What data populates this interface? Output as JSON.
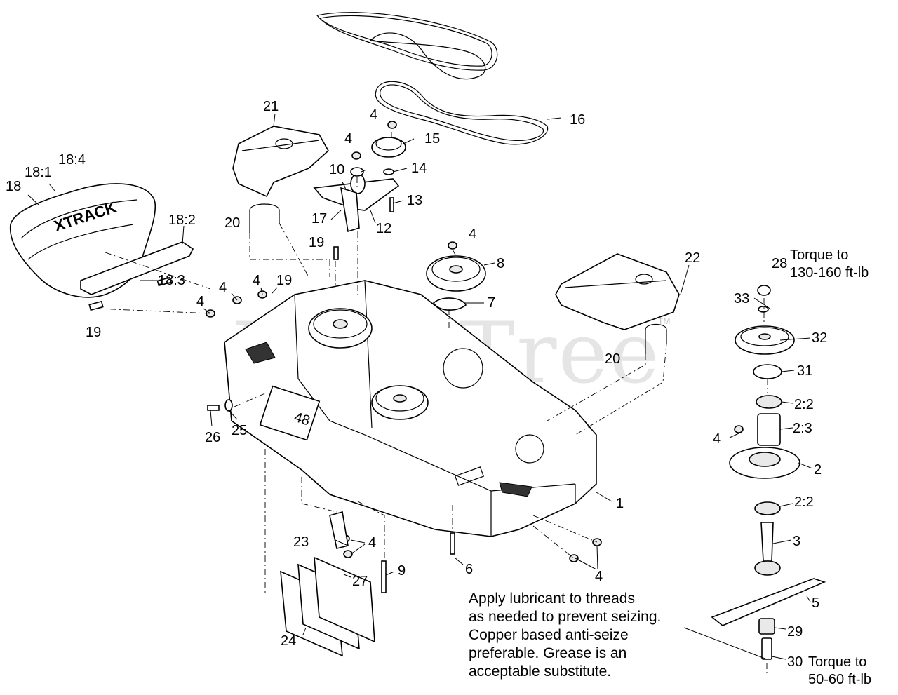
{
  "watermark": "PartsTree",
  "watermark_tm": "TM",
  "callouts": {
    "c1": "1",
    "c2": "2",
    "c2_2a": "2:2",
    "c2_3": "2:3",
    "c2_2b": "2:2",
    "c3": "3",
    "c4_a": "4",
    "c4_b": "4",
    "c4_c": "4",
    "c4_d": "4",
    "c4_e": "4",
    "c4_f": "4",
    "c4_g": "4",
    "c4_h": "4",
    "c4_i": "4",
    "c5": "5",
    "c6": "6",
    "c7": "7",
    "c8": "8",
    "c9": "9",
    "c10": "10",
    "c12": "12",
    "c13": "13",
    "c14": "14",
    "c15": "15",
    "c16": "16",
    "c17": "17",
    "c18": "18",
    "c18_1": "18:1",
    "c18_2": "18:2",
    "c18_3": "18:3",
    "c18_4": "18:4",
    "c19_a": "19",
    "c19_b": "19",
    "c19_c": "19",
    "c20_a": "20",
    "c20_b": "20",
    "c21": "21",
    "c22": "22",
    "c23": "23",
    "c24": "24",
    "c25": "25",
    "c26": "26",
    "c27": "27",
    "c28": "28",
    "c29": "29",
    "c30": "30",
    "c31": "31",
    "c32": "32",
    "c33": "33"
  },
  "torque_top": [
    "Torque to",
    "130-160 ft-lb"
  ],
  "torque_bottom": [
    "Torque to",
    "50-60 ft-lb"
  ],
  "lubricant_note": [
    "Apply lubricant to threads",
    "as needed to prevent seizing.",
    "Copper  based anti-seize",
    "preferable. Grease is an",
    "acceptable substitute."
  ],
  "deck_decal": "48"
}
